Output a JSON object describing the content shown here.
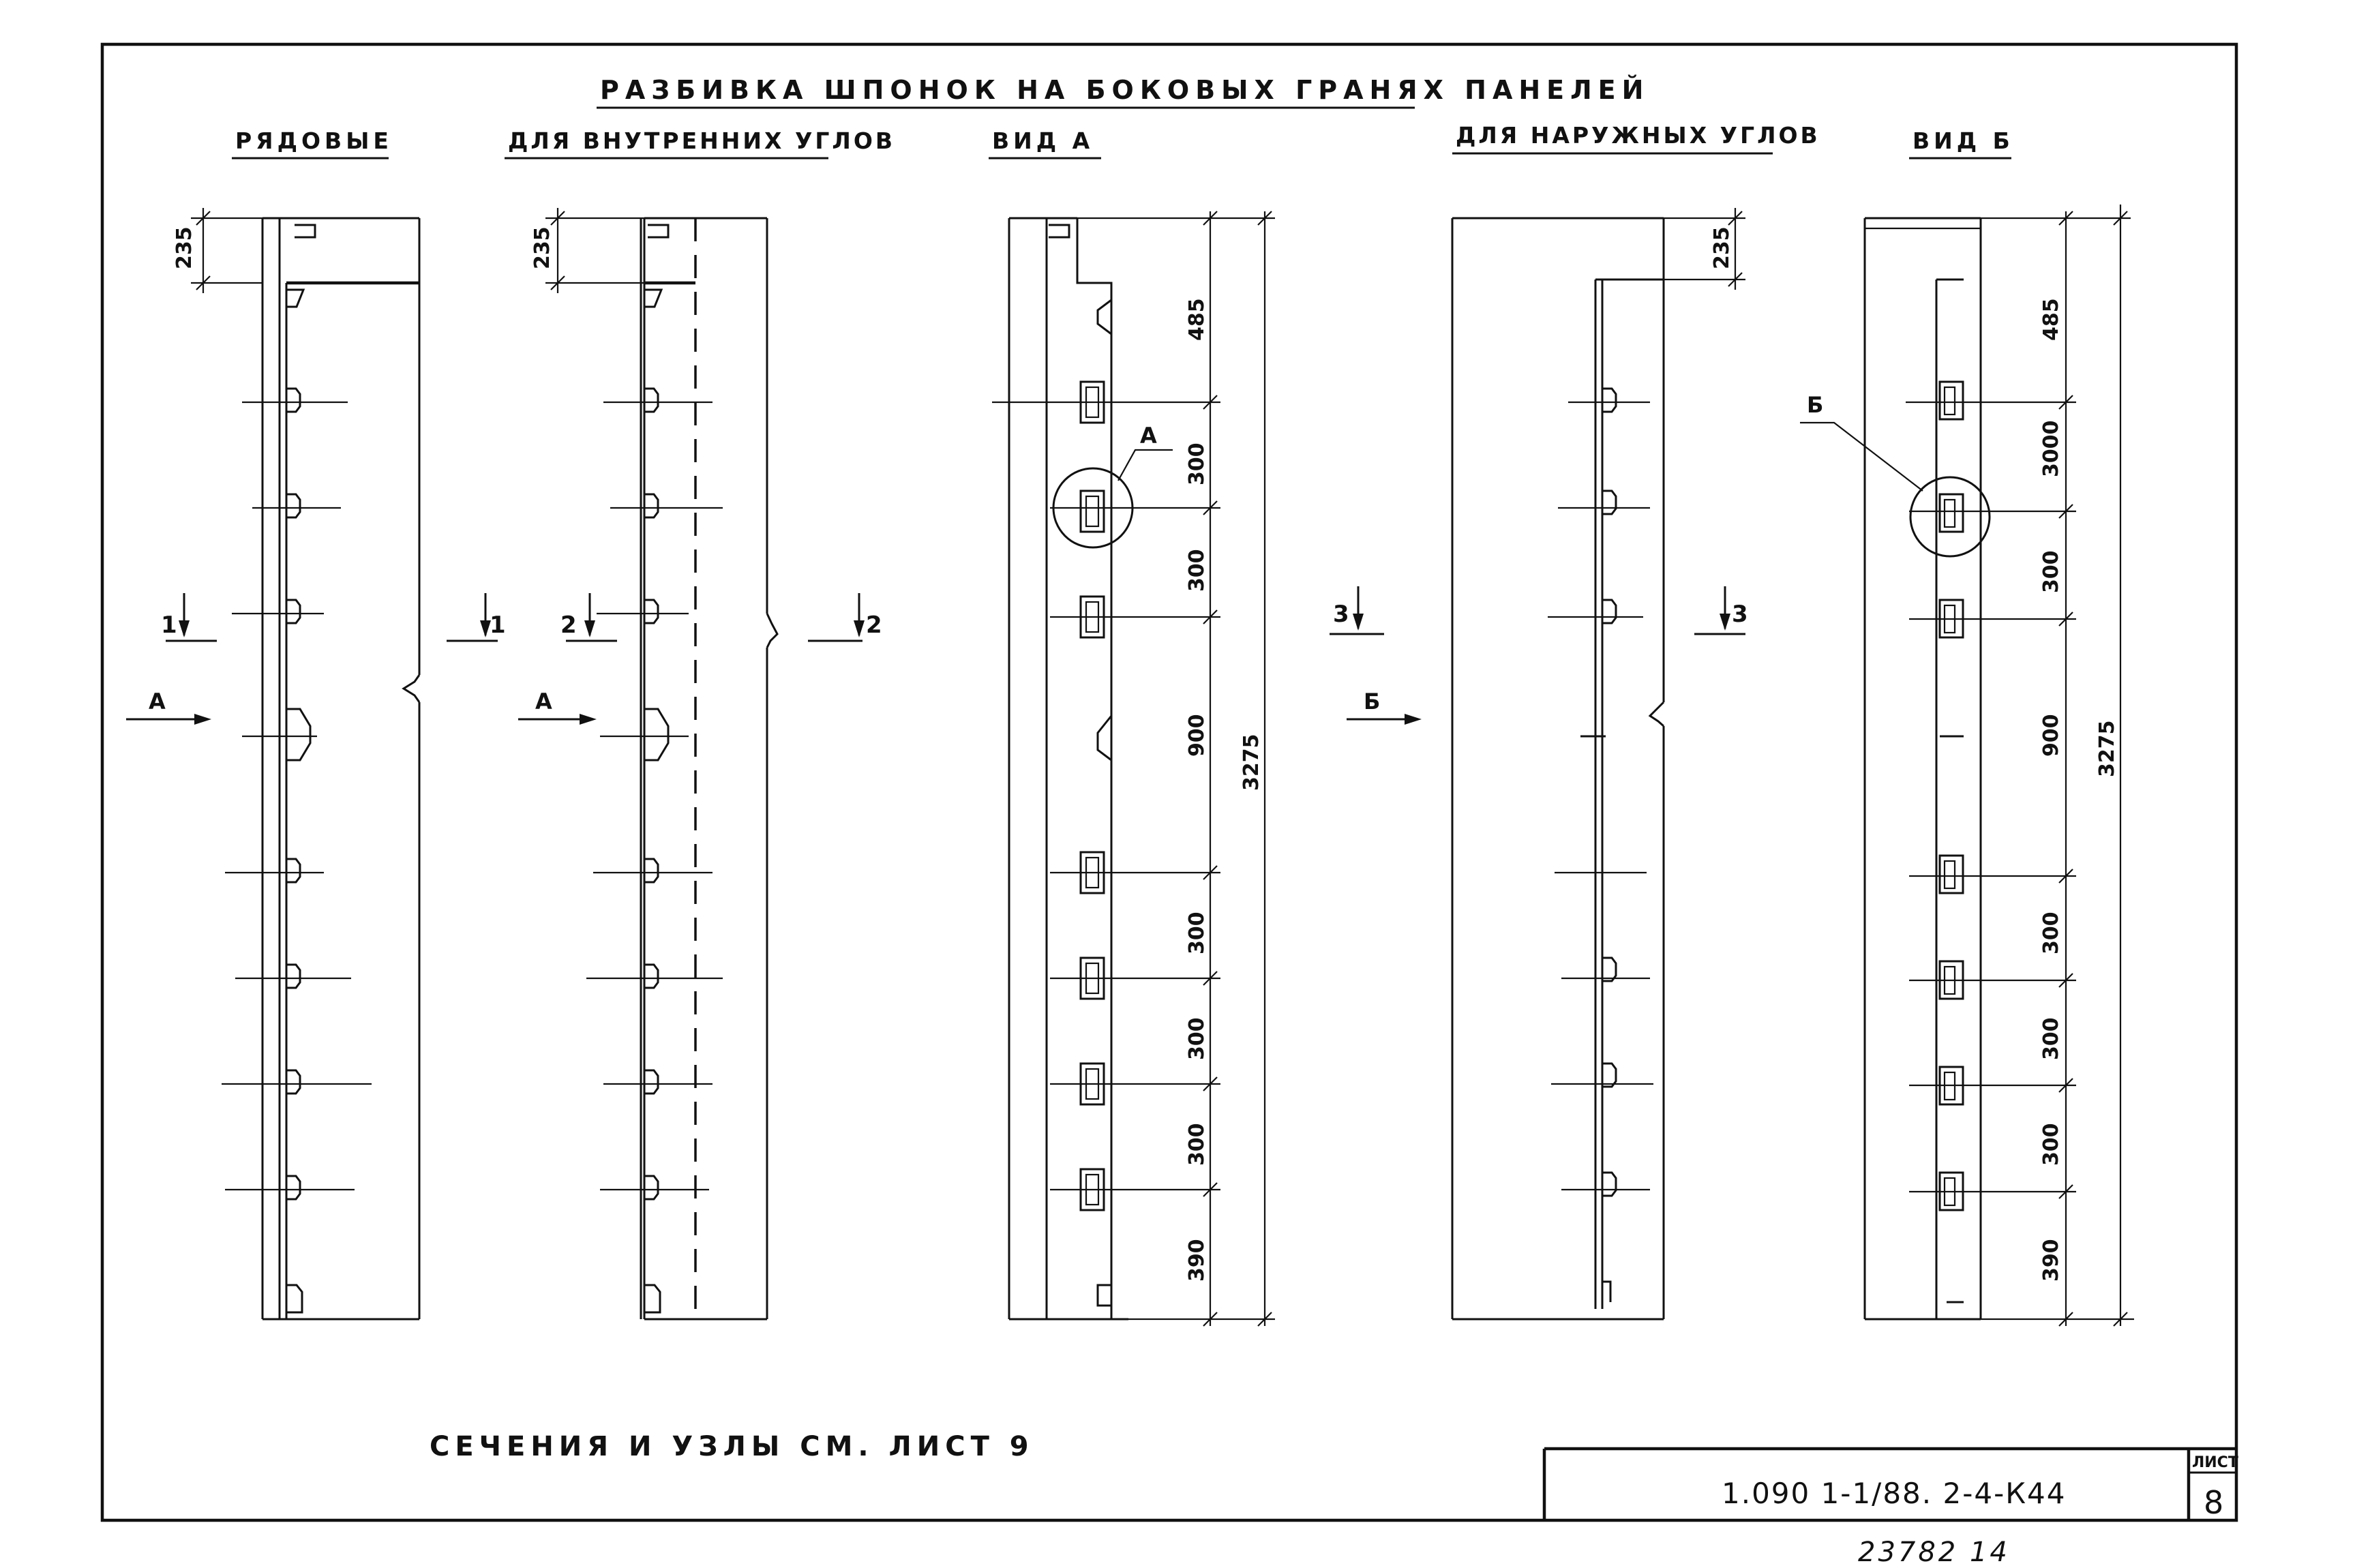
{
  "title": "РАЗБИВКА ШПОНОК НА БОКОВЫХ ГРАНЯХ ПАНЕЛЕЙ",
  "headings": {
    "ordinary": "РЯДОВЫЕ",
    "inner_corners": "ДЛЯ ВНУТРЕННИХ УГЛОВ",
    "view_a": "ВИД А",
    "outer_corners": "ДЛЯ НАРУЖНЫХ УГЛОВ",
    "view_b": "ВИД Б"
  },
  "dims": {
    "top_offset": "235",
    "view_a": [
      "485",
      "300",
      "300",
      "900",
      "300",
      "300",
      "300",
      "390"
    ],
    "view_b": [
      "485",
      "3000",
      "300",
      "900",
      "300",
      "300",
      "300",
      "390"
    ],
    "total": "3275"
  },
  "section_marks": {
    "s1": "1",
    "s2": "2",
    "s3": "3",
    "arrow_a": "А",
    "arrow_b": "Б",
    "callout_a": "А",
    "callout_b": "Б"
  },
  "note": "СЕЧЕНИЯ И УЗЛЫ СМ. ЛИСТ 9",
  "stamp": {
    "code": "1.090 1-1/88. 2-4-К44",
    "sheet_label": "ЛИСТ",
    "sheet_number": "8"
  },
  "handwritten": "23782 14"
}
